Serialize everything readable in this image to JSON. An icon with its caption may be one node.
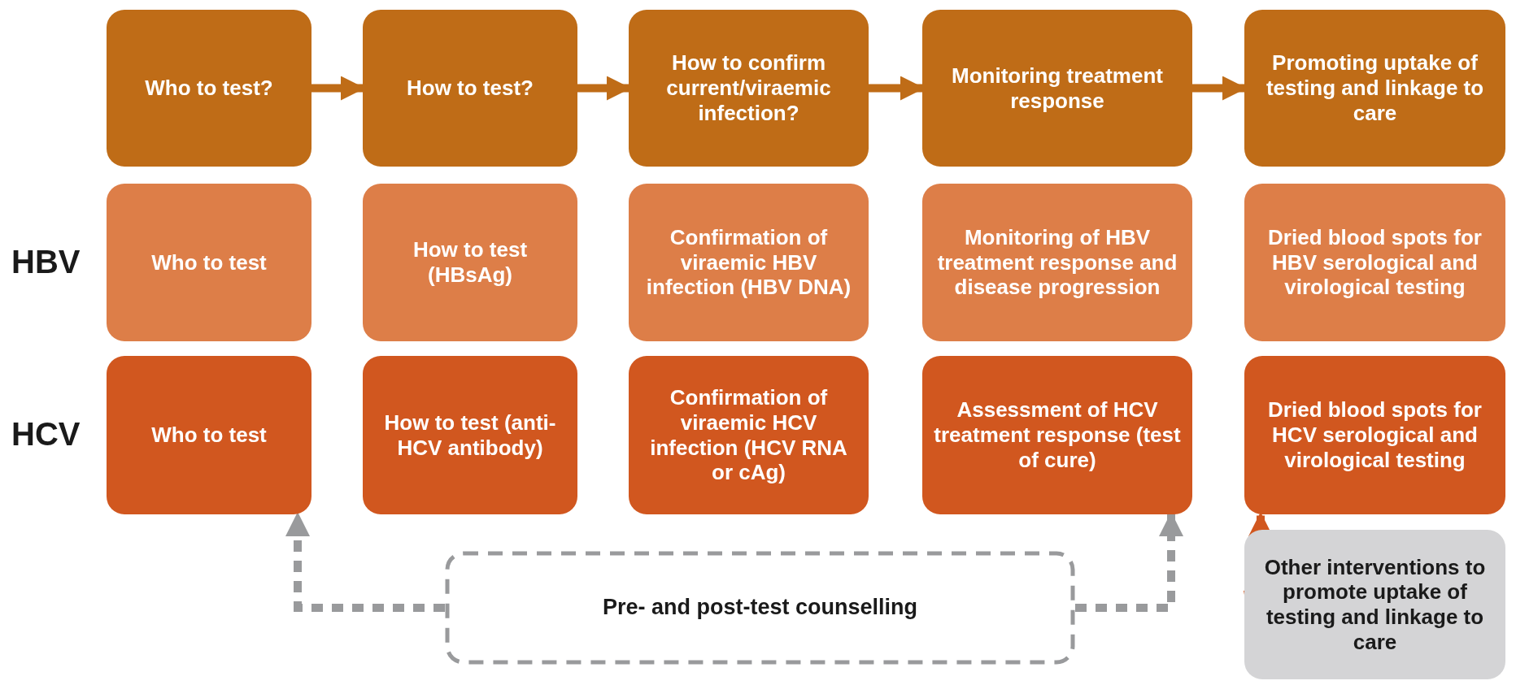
{
  "diagram": {
    "nodes": [
      {
        "text": [
          "Who to test?"
        ]
      },
      {
        "text": [
          "How to test?"
        ]
      },
      {
        "text": [
          "How to confirm current/viraemic infection?"
        ]
      },
      {
        "text": [
          "Monitoring treatment response"
        ]
      },
      {
        "text": [
          "Promoting uptake of testing and linkage to care"
        ]
      },
      {
        "text": [
          "Who to test"
        ]
      },
      {
        "text": [
          "How to test (HBsAg)"
        ]
      },
      {
        "text": [
          "Confirmation of viraemic HBV infection (HBV DNA)"
        ]
      },
      {
        "text": [
          "Monitoring of HBV treatment response and disease progression"
        ]
      },
      {
        "text": [
          "Dried blood spots for HBV serological and virological testing"
        ]
      },
      {
        "text": [
          "Who to test"
        ]
      },
      {
        "text": [
          "How to test (anti-HCV antibody)"
        ]
      },
      {
        "text": [
          "Confirmation of viraemic HCV infection (HCV RNA or cAg)"
        ]
      },
      {
        "text": [
          "Assessment of HCV treatment response (test of cure)"
        ]
      },
      {
        "text": [
          "Dried blood spots for HCV serological and virological testing"
        ]
      },
      {
        "text": [
          "Pre- and post-test counselling"
        ]
      },
      {
        "text": [
          "Other interventions to promote uptake of testing and linkage to care"
        ]
      }
    ],
    "edges": [
      {
        "from": 0,
        "to": 1,
        "arrow": "to"
      },
      {
        "from": 1,
        "to": 2,
        "arrow": "to"
      },
      {
        "from": 2,
        "to": 3,
        "arrow": "to"
      },
      {
        "from": 3,
        "to": 4,
        "arrow": "to"
      },
      {
        "from": 15,
        "to": 10,
        "arrow": "to",
        "style": "dashed",
        "color": "#999a9c"
      },
      {
        "from": 15,
        "to": 13,
        "arrow": "to",
        "style": "dashed",
        "color": "#999a9c"
      },
      {
        "from": 16,
        "to": 14,
        "arrow": "to",
        "style": "dashed",
        "color": "#d1571f"
      }
    ],
    "labels": [
      "HBV",
      "HCV"
    ]
  }
}
